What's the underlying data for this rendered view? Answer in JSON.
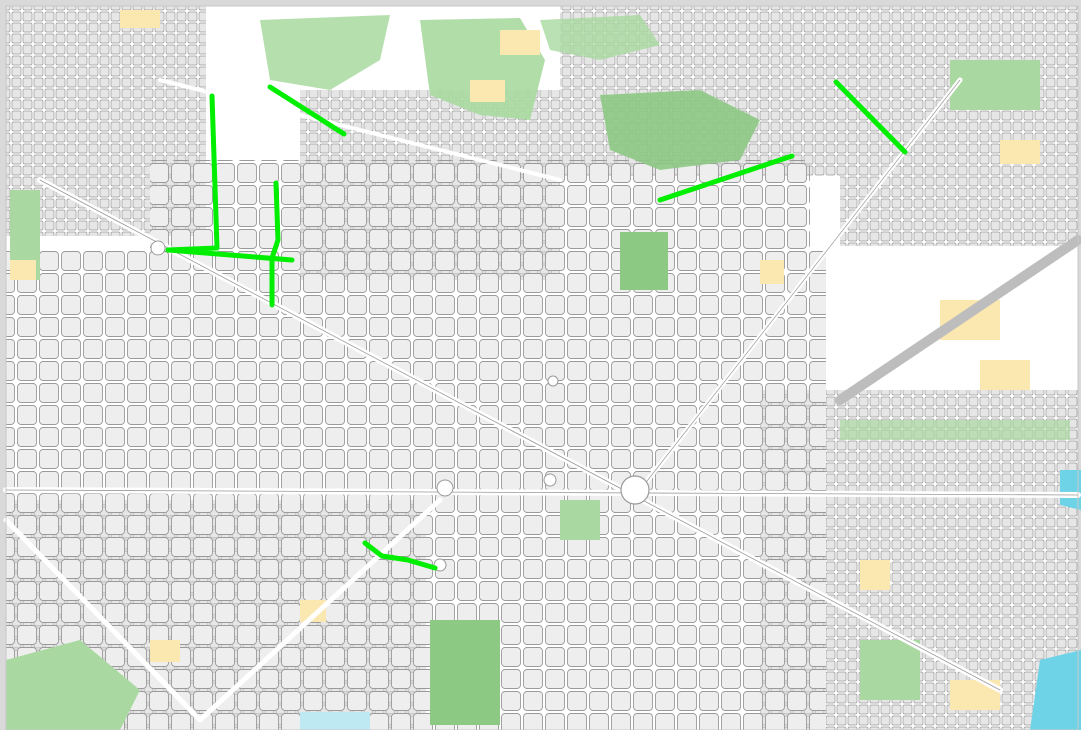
{
  "map": {
    "type": "city street map (grid district)",
    "colors": {
      "background": "#ffffff",
      "frame": "#d9d9d9",
      "block_fill": "#eeeeee",
      "block_stroke": "#9a9a9a",
      "street": "#ffffff",
      "avenue": "#ffffff",
      "park": "#a9d9a0",
      "park_dark": "#8cc983",
      "building_highlight": "#fbe7b0",
      "water": "#6fd3e8",
      "route_highlight": "#00ee00"
    },
    "icons": {
      "roundabout": "circle",
      "highlighted_route": "bright-green-polyline"
    },
    "highlighted_routes_count": 6,
    "labels": []
  }
}
